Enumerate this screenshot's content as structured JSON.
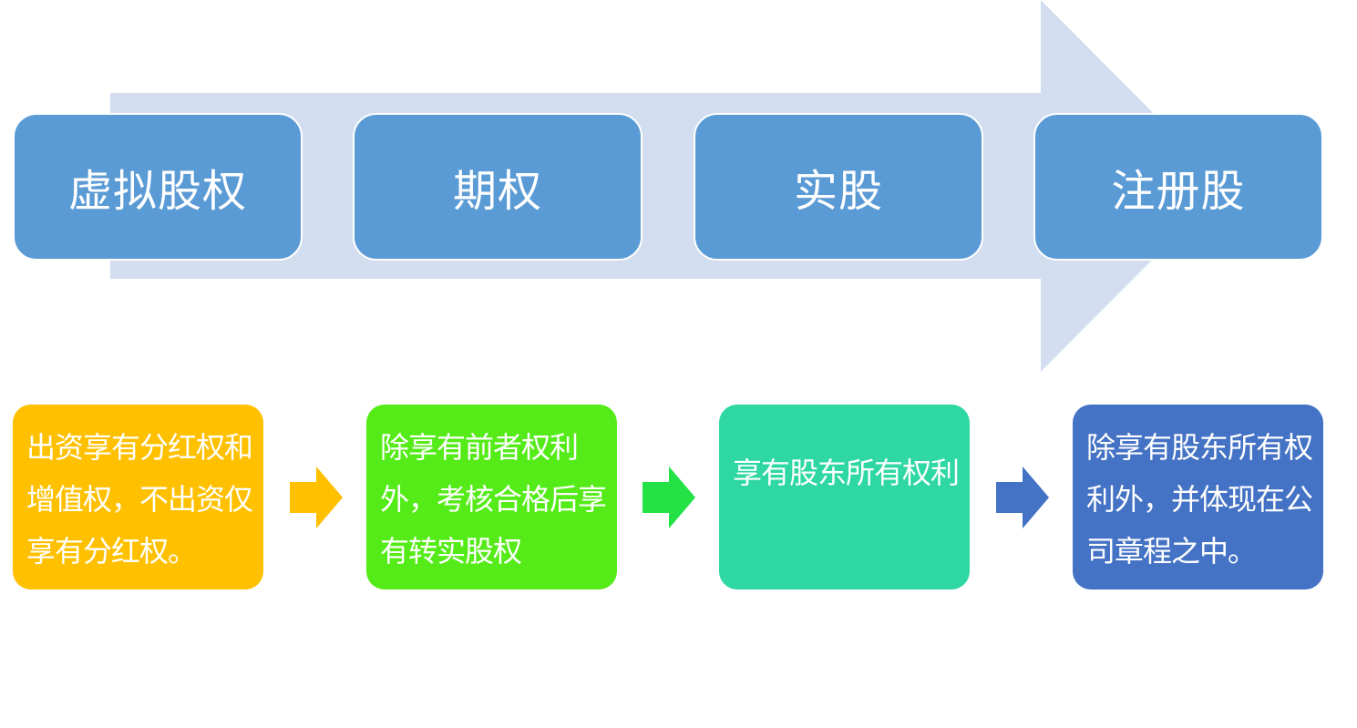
{
  "colors": {
    "background_arrow": "#d2deef",
    "stage_box": "#5b9bd5",
    "stage_text": "#ffffff",
    "desc_1": "#ffc000",
    "desc_2": "#55eb18",
    "desc_3": "#2fd8a2",
    "desc_4": "#4472c4",
    "connector_1": "#ffc000",
    "connector_2": "#22e246",
    "connector_3": "#4472c4"
  },
  "stages": [
    {
      "label": "虚拟股权"
    },
    {
      "label": "期权"
    },
    {
      "label": "实股"
    },
    {
      "label": "注册股"
    }
  ],
  "descriptions": [
    {
      "text": "出资享有分红权和增值权，不出资仅享有分红权。"
    },
    {
      "text": "除享有前者权利外，考核合格后享有转实股权"
    },
    {
      "text": "享有股东所有权利"
    },
    {
      "text": "除享有股东所有权利外，并体现在公司章程之中。"
    }
  ]
}
